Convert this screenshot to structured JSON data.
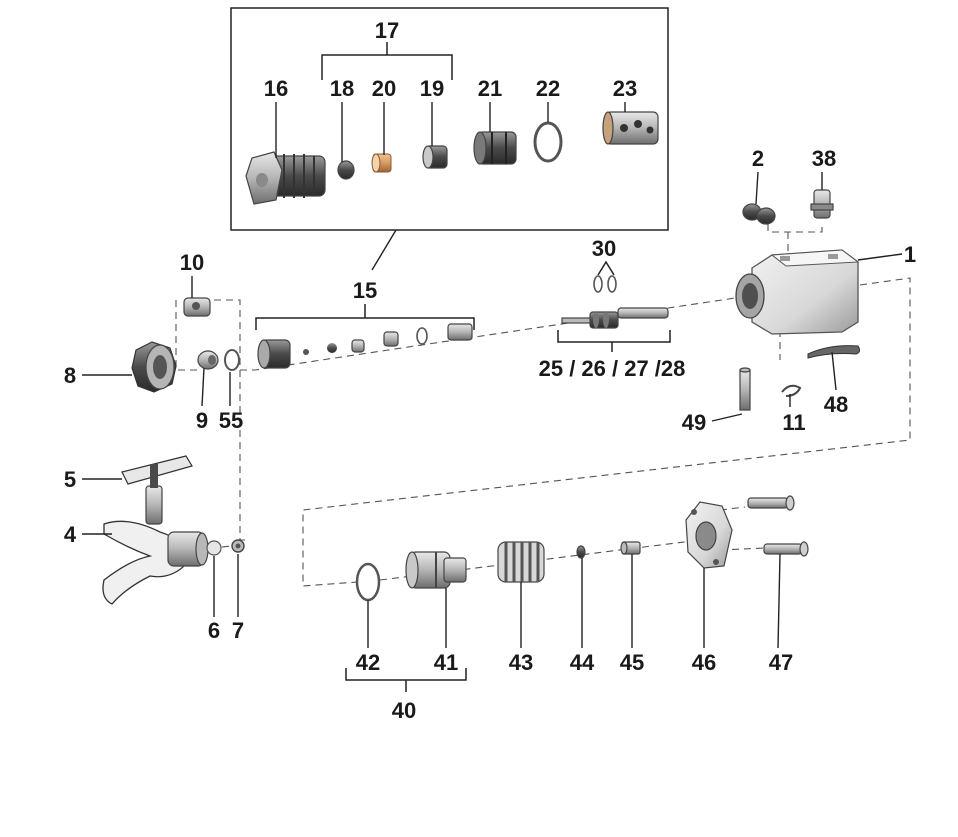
{
  "callouts": {
    "c1": "1",
    "c2": "2",
    "c38": "38",
    "c4": "4",
    "c5": "5",
    "c6": "6",
    "c7": "7",
    "c8": "8",
    "c9": "9",
    "c55": "55",
    "c10": "10",
    "c11": "11",
    "c15": "15",
    "c16": "16",
    "c17": "17",
    "c18": "18",
    "c19": "19",
    "c20": "20",
    "c21": "21",
    "c22": "22",
    "c23": "23",
    "c30": "30",
    "c25_28": "25 / 26 / 27 /28",
    "c40": "40",
    "c41": "41",
    "c42": "42",
    "c43": "43",
    "c44": "44",
    "c45": "45",
    "c46": "46",
    "c47": "47",
    "c48": "48",
    "c49": "49"
  },
  "parts": {
    "p1": "gun-body",
    "p2": "cap-pair",
    "p38": "fitting",
    "p4": "tip-guard",
    "p5": "spray-tip",
    "p6": "seal",
    "p7": "gasket",
    "p8": "nut",
    "p9": "diffuser",
    "p55": "o-ring",
    "p10": "fitting",
    "p11": "clip",
    "p16": "housing",
    "p18": "ball",
    "p19": "seat",
    "p20": "spacer",
    "p21": "retainer",
    "p22": "o-ring",
    "p23": "cage",
    "p30": "o-rings",
    "p25": "needle-assembly",
    "p41": "piston",
    "p42": "o-ring",
    "p43": "spring",
    "p44": "washer",
    "p45": "plunger",
    "p46": "end-cap",
    "p47": "bolt",
    "p48": "clip",
    "p49": "pin"
  },
  "colors": {
    "metal_light": "#d6d6d6",
    "metal_mid": "#a8a8a8",
    "metal_dark": "#5a5a5a",
    "copper": "#d89a62",
    "ink": "#1a1a1a"
  }
}
